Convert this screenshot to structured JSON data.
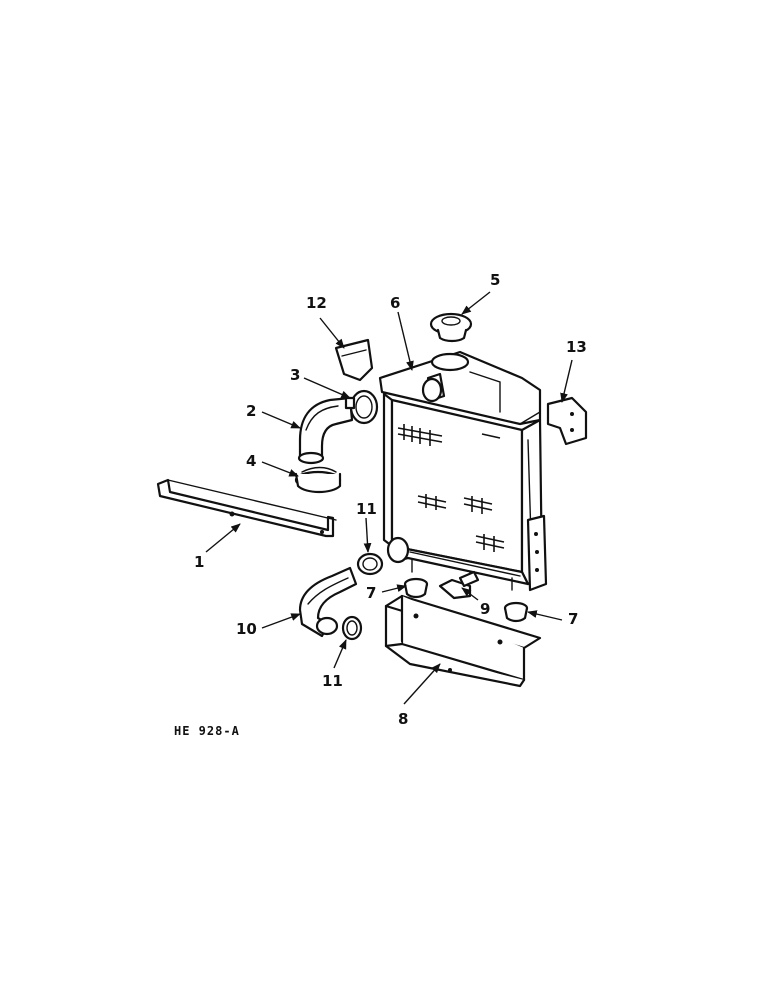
{
  "diagram": {
    "reference": "HE 928-A",
    "callouts": {
      "c1": "1",
      "c2": "2",
      "c3": "3",
      "c4": "4",
      "c5": "5",
      "c6": "6",
      "c7a": "7",
      "c7b": "7",
      "c8": "8",
      "c9": "9",
      "c10": "10",
      "c11a": "11",
      "c11b": "11",
      "c12": "12",
      "c13": "13"
    }
  }
}
